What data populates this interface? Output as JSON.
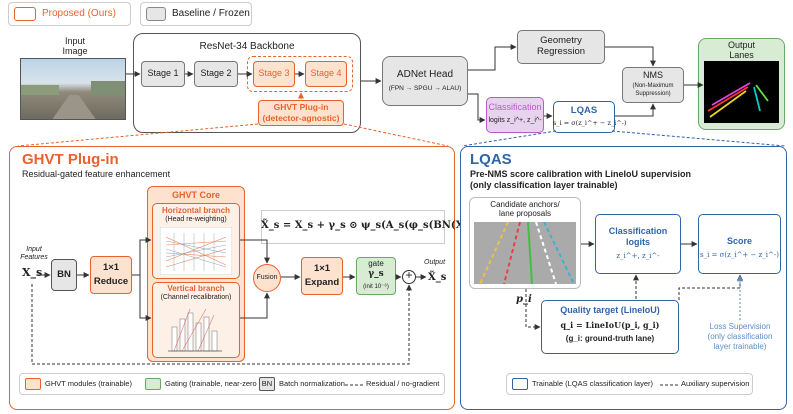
{
  "legend_top": {
    "proposed": "Proposed (Ours)",
    "baseline": "Baseline / Frozen"
  },
  "top": {
    "input_image_label": "Input\nImage",
    "backbone_title": "ResNet-34 Backbone",
    "stage1": "Stage 1",
    "stage2": "Stage 2",
    "stage3": "Stage 3",
    "stage4": "Stage 4",
    "ghvt_plugin_line1": "GHVT Plug-in",
    "ghvt_plugin_line2": "(detector-agnostic)",
    "adnet_head": "ADNet Head",
    "adnet_sub": "(FPN → SPGU → ALAU)",
    "geometry_regression": "Geometry\nRegression",
    "classification_title": "Classification",
    "classification_logits": "logits z_i^+, z_i^-",
    "lqas_title": "LQAS",
    "lqas_formula": "s_i = σ(z_i^+ − z_i^-)",
    "nms_title": "NMS",
    "nms_sub": "(Non-Maximum\nSuppression)",
    "output_lanes": "Output\nLanes"
  },
  "ghvt_panel": {
    "title": "GHVT Plug-in",
    "subtitle": "Residual-gated feature enhancement",
    "input_features": "Input\nFeatures",
    "x_s": "X_s",
    "bn": "BN",
    "reduce_top": "1×1",
    "reduce_bottom": "Reduce",
    "core_title": "GHVT Core",
    "horizontal_branch": "Horizontal branch",
    "horizontal_sub": "(Head re-weighting)",
    "vertical_branch": "Vertical branch",
    "vertical_sub": "(Channel recalibration)",
    "fusion": "Fusion",
    "formula": "X̃_s = X_s + γ_s ⊙ ψ_s(A_s(φ_s(BN(X_s))))",
    "expand_top": "1×1",
    "expand_bottom": "Expand",
    "gate_title": "gate",
    "gate_symbol": "γ_s",
    "gate_init": "(init 10⁻⁶)",
    "output_label": "Output",
    "x_tilde_s": "X̃_s",
    "legend_trainable": "GHVT modules (trainable)",
    "legend_gating": "Gating (trainable, near-zero init)",
    "legend_bn_icon": "BN",
    "legend_bn": "Batch normalization",
    "legend_residual": "Residual / no-gradient"
  },
  "lqas_panel": {
    "title": "LQAS",
    "subtitle_line1": "Pre-NMS score calibration with LineIoU supervision",
    "subtitle_line2": "(only classification layer trainable)",
    "candidate_label": "Candidate anchors/\nlane proposals",
    "p_i": "p_i",
    "cls_logits_title": "Classification\nlogits",
    "cls_logits_vars": "z_i^+, z_i^-",
    "score_title": "Score",
    "score_formula": "s_i = σ(z_i^+ − z_i^-)",
    "quality_title": "Quality target (LineIoU)",
    "quality_formula": "q_i = LineIoU(p_i, g_i)",
    "quality_note": "(g_i: ground-truth lane)",
    "loss_line1": "Loss Supervision",
    "loss_line2": "(only classification",
    "loss_line3": "layer trainable)",
    "legend_trainable": "Trainable (LQAS classification layer)",
    "legend_aux": "Auxiliary supervision"
  },
  "colors": {
    "orange": "#e8622c",
    "orange_fill": "#fde3cf",
    "orange_light": "#fdf0e6",
    "blue": "#2f65a7",
    "green_fill": "#d7ecd3",
    "gray_fill": "#e6e6e6",
    "purple_fill": "#e8d3ef",
    "purple": "#b45cc4"
  }
}
